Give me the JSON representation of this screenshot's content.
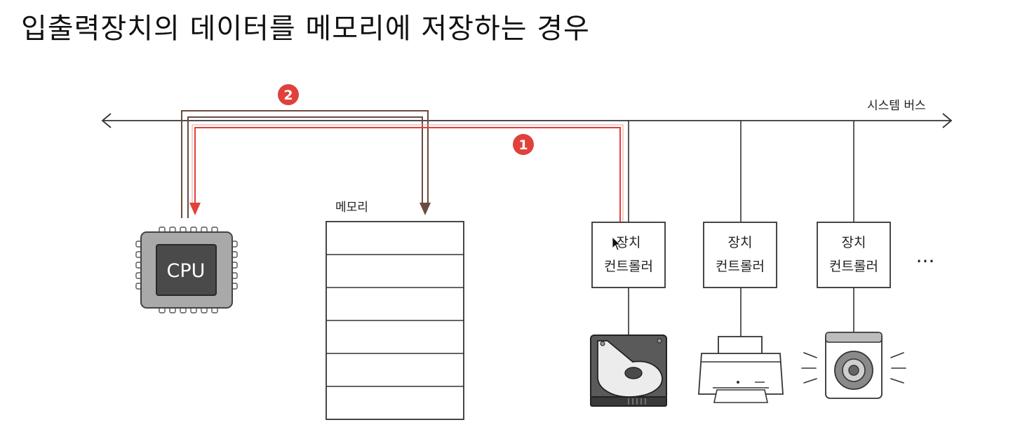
{
  "title": "입출력장치의 데이터를 메모리에 저장하는 경우",
  "bus": {
    "label": "시스템 버스"
  },
  "cpu": {
    "label": "CPU"
  },
  "memory": {
    "label": "메모리",
    "cells": 6
  },
  "controllers": [
    {
      "line1": "장치",
      "line2": "컨트롤러",
      "device": "hard-disk"
    },
    {
      "line1": "장치",
      "line2": "컨트롤러",
      "device": "printer"
    },
    {
      "line1": "장치",
      "line2": "컨트롤러",
      "device": "speaker"
    }
  ],
  "more": "···",
  "steps": [
    {
      "label": "1",
      "color": "#e0413b"
    },
    {
      "label": "2",
      "color": "#e0413b"
    }
  ],
  "colors": {
    "red_path": "#e0413b",
    "dark_path": "#6b4a42",
    "line": "#333333"
  }
}
